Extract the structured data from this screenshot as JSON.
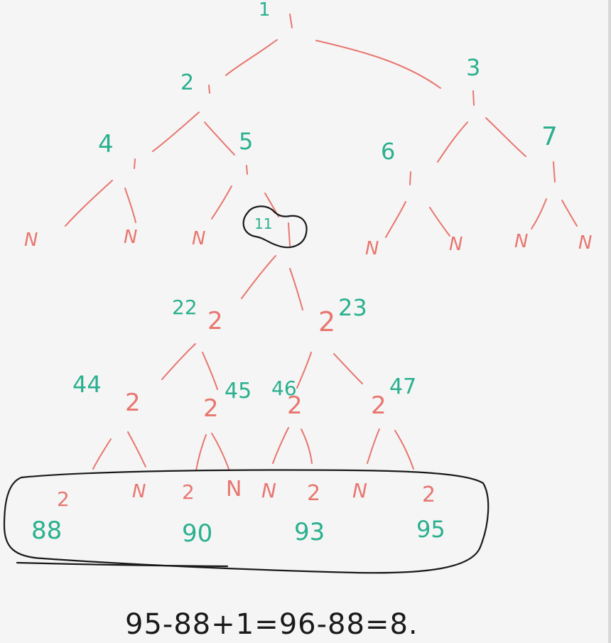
{
  "colors": {
    "edge": "#e8766f",
    "index_label": "#2ab08f",
    "ink": "#1a1a1a",
    "background": "#f5f5f5"
  },
  "tree": {
    "index_labels": {
      "n1": "1",
      "n2": "2",
      "n3": "3",
      "n4": "4",
      "n5": "5",
      "n6": "6",
      "n7": "7",
      "n22": "22",
      "n23": "23",
      "n44": "44",
      "n45": "45",
      "n46": "46",
      "n47": "47"
    },
    "node_marks": {
      "n11": "11",
      "n22": "2",
      "n23": "2",
      "n44": "2",
      "n45": "2",
      "n46": "2",
      "n47": "2"
    },
    "null_marks": [
      "N",
      "N",
      "N",
      "N",
      "N",
      "N",
      "N"
    ],
    "leaf_row": {
      "marks": [
        "2",
        "N",
        "2",
        "N",
        "N",
        "2",
        "N",
        "2"
      ],
      "indices": [
        "88",
        "90",
        "93",
        "95"
      ]
    }
  },
  "formula": "95-88+1=96-88=8."
}
